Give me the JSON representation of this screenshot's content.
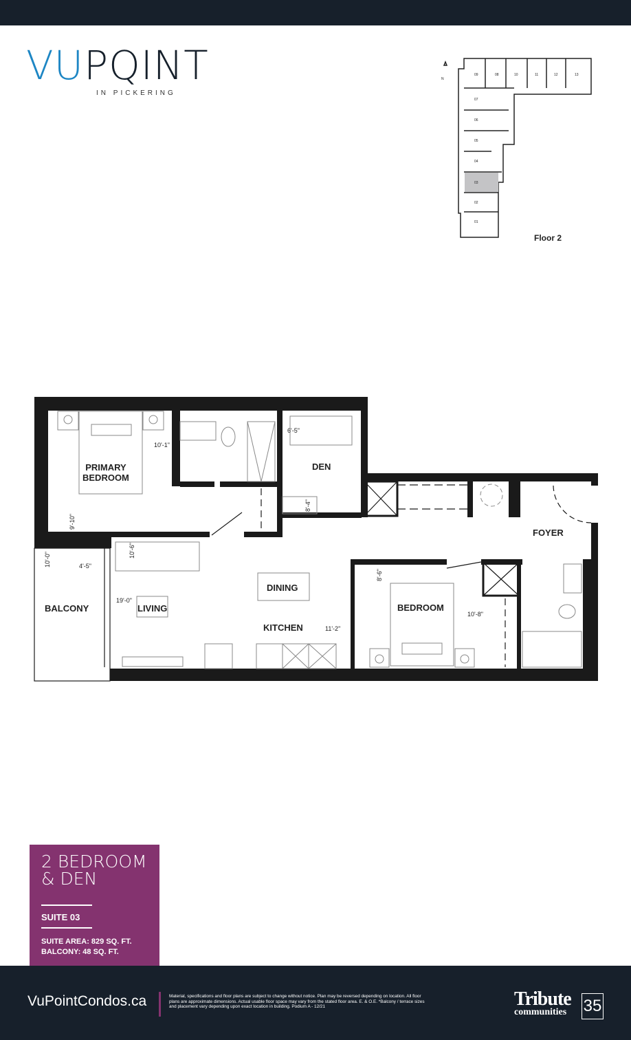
{
  "brand": {
    "logo_vu": "VU",
    "logo_point": "PQINT",
    "logo_sub": "IN PICKERING"
  },
  "keyplan": {
    "north_label": "N",
    "floor_label": "Floor 2",
    "units": [
      "09",
      "08",
      "10",
      "11",
      "12",
      "13",
      "07",
      "06",
      "05",
      "04",
      "03",
      "02",
      "01"
    ],
    "highlighted_unit": "03",
    "highlight_color": "#c4c4c6"
  },
  "plan": {
    "rooms": {
      "primary_bedroom": "PRIMARY\nBEDROOM",
      "den": "DEN",
      "foyer": "FOYER",
      "dining": "DINING",
      "living": "LIVING",
      "balcony": "BALCONY",
      "kitchen": "KITCHEN",
      "bedroom": "BEDROOM"
    },
    "dimensions": {
      "primary_w": "10'-1\"",
      "primary_h": "9'-10\"",
      "den_w": "6'-5\"",
      "den_h": "8'-4\"",
      "living_h": "10'-6\"",
      "living_w": "19'-0\"",
      "balcony_h": "10'-0\"",
      "balcony_w": "4'-5\"",
      "kitchen_w": "11'-2\"",
      "bedroom_h": "8'-6\"",
      "bedroom_w": "10'-8\""
    }
  },
  "suite": {
    "type_line1": "2 BEDROOM",
    "type_line2": "& DEN",
    "number": "SUITE 03",
    "area": "SUITE AREA: 829 SQ. FT.",
    "balcony": "BALCONY: 48 SQ. FT.",
    "color": "#84336f"
  },
  "footer": {
    "website": "VuPointCondos.ca",
    "disclaimer": "Material, specifications and floor plans are subject to change without notice. Plan may be reversed depending on location. All floor plans are approximate dimensions. Actual usable floor space may vary from the stated floor area. E. & O.E. *Balcony / terrace sizes and placement vary depending upon exact location in building. Podium A - 12/21",
    "builder_line1": "Tribute",
    "builder_line2": "communities",
    "anniversary": "35"
  }
}
